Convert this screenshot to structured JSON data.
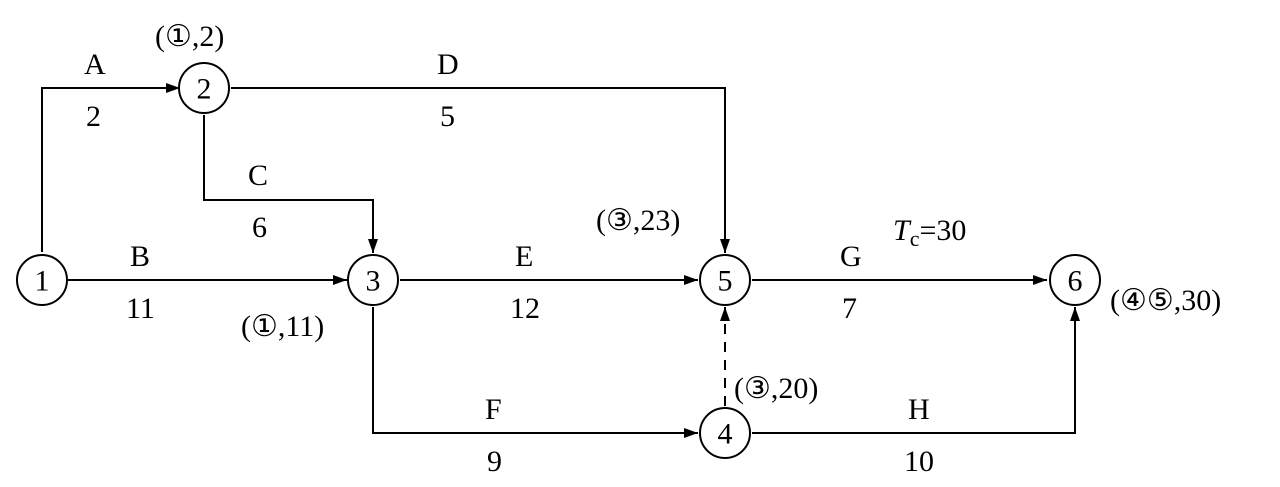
{
  "nodes": [
    {
      "id": "1",
      "label": "1",
      "annotation": ""
    },
    {
      "id": "2",
      "label": "2",
      "annotation": "(①,2)"
    },
    {
      "id": "3",
      "label": "3",
      "annotation": "(①,11)"
    },
    {
      "id": "4",
      "label": "4",
      "annotation": "(③,20)"
    },
    {
      "id": "5",
      "label": "5",
      "annotation": "(③,23)"
    },
    {
      "id": "6",
      "label": "6",
      "annotation": "(④⑤,30)"
    }
  ],
  "edges": [
    {
      "id": "A",
      "from": "1",
      "to": "2",
      "name": "A",
      "duration": "2",
      "dashed": false
    },
    {
      "id": "B",
      "from": "1",
      "to": "3",
      "name": "B",
      "duration": "11",
      "dashed": false
    },
    {
      "id": "C",
      "from": "2",
      "to": "3",
      "name": "C",
      "duration": "6",
      "dashed": false
    },
    {
      "id": "D",
      "from": "2",
      "to": "5",
      "name": "D",
      "duration": "5",
      "dashed": false
    },
    {
      "id": "E",
      "from": "3",
      "to": "5",
      "name": "E",
      "duration": "12",
      "dashed": false
    },
    {
      "id": "F",
      "from": "3",
      "to": "4",
      "name": "F",
      "duration": "9",
      "dashed": false
    },
    {
      "id": "G",
      "from": "5",
      "to": "6",
      "name": "G",
      "duration": "7",
      "dashed": false
    },
    {
      "id": "H",
      "from": "4",
      "to": "6",
      "name": "H",
      "duration": "10",
      "dashed": false
    },
    {
      "id": "dummy",
      "from": "4",
      "to": "5",
      "name": "",
      "duration": "",
      "dashed": true
    }
  ],
  "total_duration": {
    "symbol": "T",
    "subscript": "c",
    "value": "=30"
  }
}
